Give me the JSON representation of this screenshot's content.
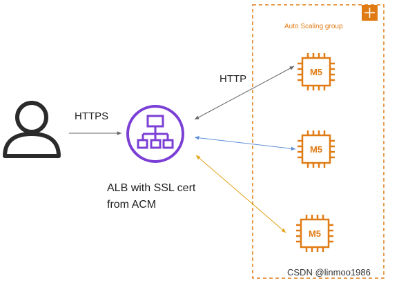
{
  "client": {
    "label": ""
  },
  "arrows": {
    "https_label": "HTTPS",
    "http_label": "HTTP"
  },
  "alb": {
    "caption_line1": "ALB with SSL cert",
    "caption_line2": "from ACM",
    "icon": "load-balancer-icon"
  },
  "auto_scaling_group": {
    "label": "Auto Scaling group",
    "icon": "auto-scaling-icon",
    "instances": [
      {
        "label": "M5"
      },
      {
        "label": "M5"
      },
      {
        "label": "M5"
      }
    ]
  },
  "watermark": "CSDN @linmoo1986",
  "colors": {
    "alb_purple": "#7b3fd6",
    "asg_orange": "#e07b14",
    "client_gray": "#2b2b2b",
    "arrow_gray": "#666666",
    "arrow_blue": "#5b8fd6",
    "arrow_orange": "#e3a21a"
  }
}
